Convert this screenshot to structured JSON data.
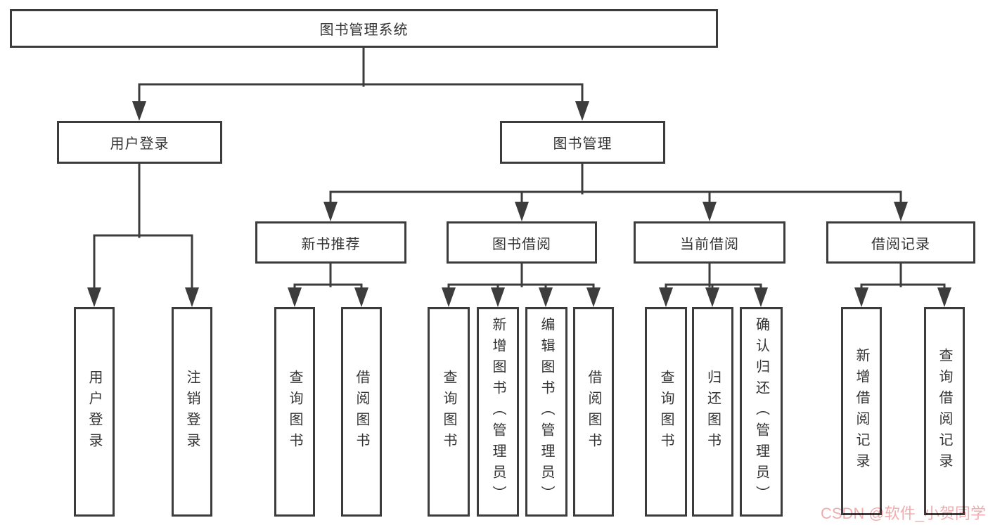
{
  "colors": {
    "line": "#3c3c3c",
    "box_background": "#ffffff",
    "text": "#333333",
    "watermark": "#e36a6d"
  },
  "nodes": {
    "root": "图书管理系统",
    "user_login": "用户登录",
    "book_mgmt": "图书管理",
    "leaf_login": "用户登录",
    "leaf_logout": "注销登录",
    "new_book_rec": "新书推荐",
    "book_borrow": "图书借阅",
    "current_borrow": "当前借阅",
    "borrow_record": "借阅记录",
    "nbr_query_book": "查询图书",
    "nbr_borrow_book": "借阅图书",
    "bb_query_book": "查询图书",
    "bb_add_book": "新增图书（管理员）",
    "bb_edit_book": "编辑图书（管理员）",
    "bb_borrow_book": "借阅图书",
    "cb_query_book": "查询图书",
    "cb_return_book": "归还图书",
    "cb_confirm_return": "确认归还（管理员）",
    "br_add_record": "新增借阅记录",
    "br_query_record": "查询借阅记录"
  },
  "hierarchy": [
    {
      "parent": "图书管理系统",
      "children": [
        "用户登录",
        "图书管理"
      ]
    },
    {
      "parent": "用户登录",
      "children": [
        "用户登录",
        "注销登录"
      ]
    },
    {
      "parent": "图书管理",
      "children": [
        "新书推荐",
        "图书借阅",
        "当前借阅",
        "借阅记录"
      ]
    },
    {
      "parent": "新书推荐",
      "children": [
        "查询图书",
        "借阅图书"
      ]
    },
    {
      "parent": "图书借阅",
      "children": [
        "查询图书",
        "新增图书（管理员）",
        "编辑图书（管理员）",
        "借阅图书"
      ]
    },
    {
      "parent": "当前借阅",
      "children": [
        "查询图书",
        "归还图书",
        "确认归还（管理员）"
      ]
    },
    {
      "parent": "借阅记录",
      "children": [
        "新增借阅记录",
        "查询借阅记录"
      ]
    }
  ],
  "watermark": {
    "text": "CSDN @软件_小贺同学"
  }
}
